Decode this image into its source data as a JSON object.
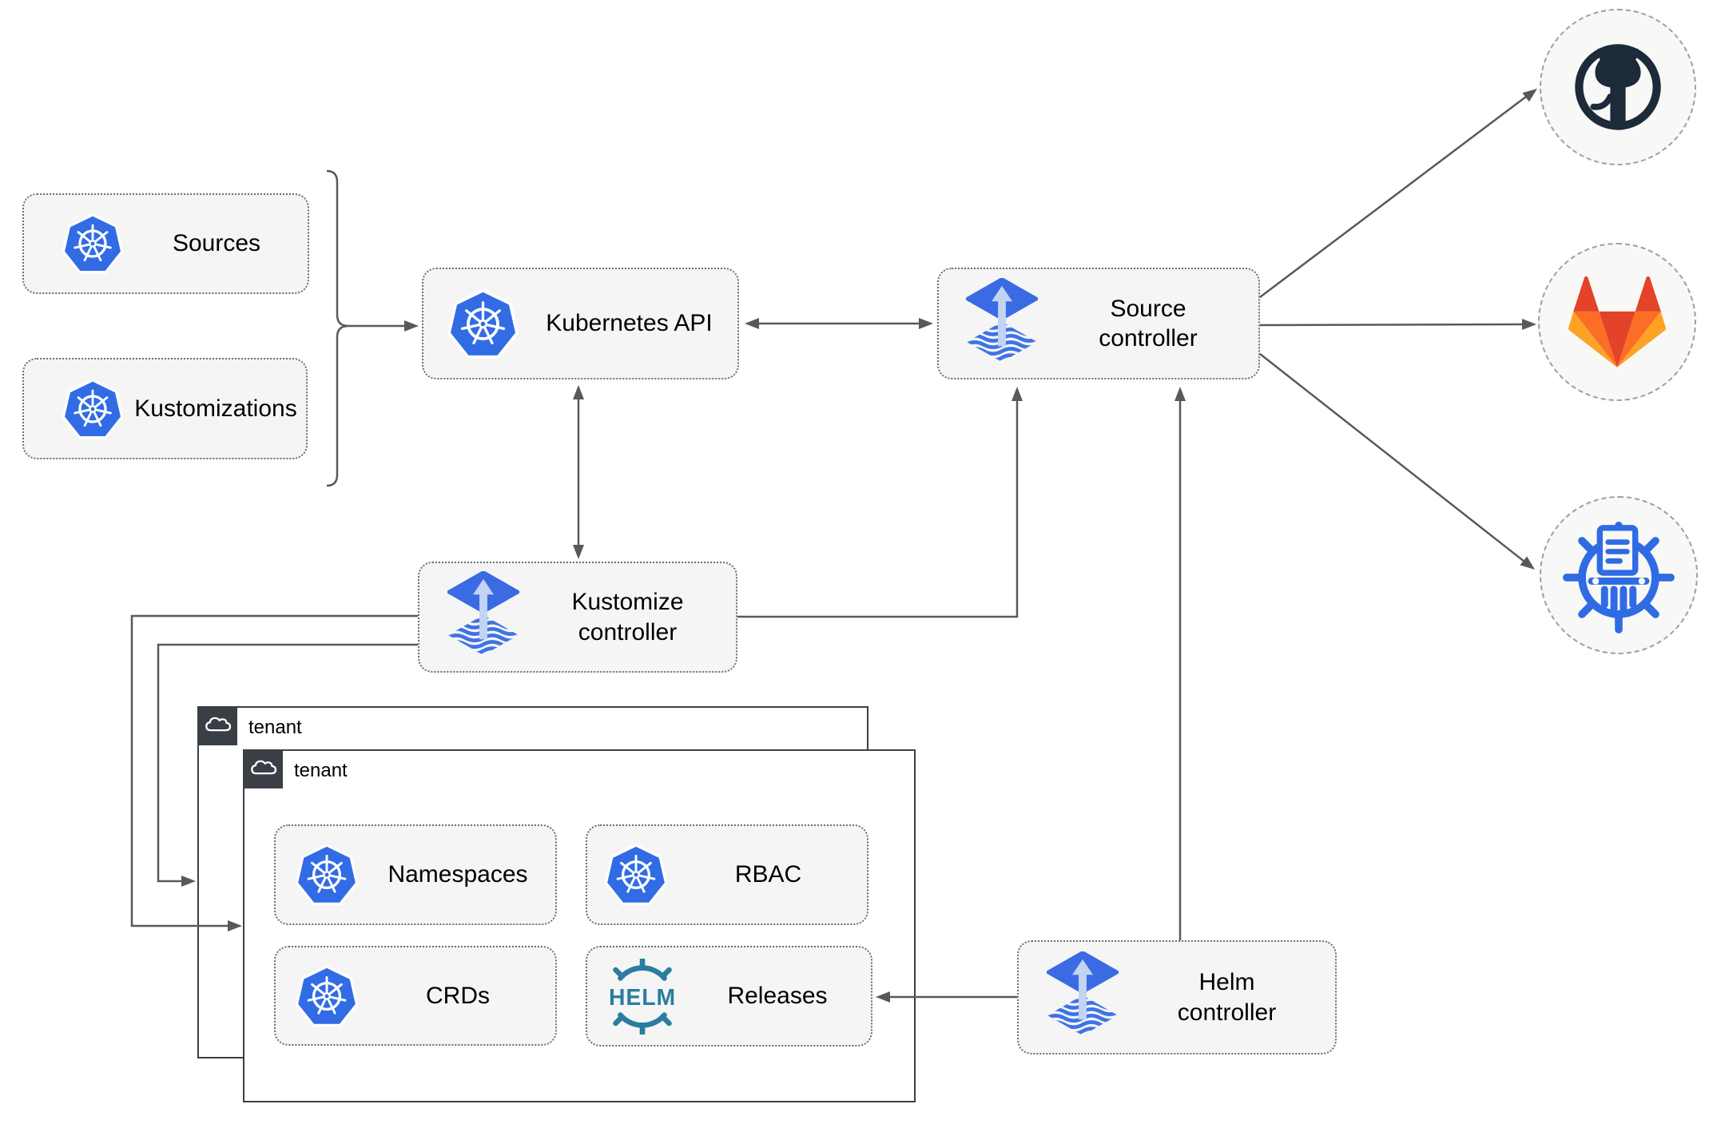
{
  "nodes": {
    "sources": "Sources",
    "kustomizations": "Kustomizations",
    "kubernetes_api": "Kubernetes API",
    "source_controller": "Source\ncontroller",
    "kustomize_controller": "Kustomize\ncontroller",
    "helm_controller": "Helm\ncontroller",
    "namespaces": "Namespaces",
    "rbac": "RBAC",
    "crds": "CRDs",
    "releases": "Releases"
  },
  "groups": {
    "tenant_back": "tenant",
    "tenant_front": "tenant"
  },
  "logos": {
    "helm_wheel_text": "HELM"
  },
  "remote_endpoints": [
    {
      "name": "github",
      "icon": "github-icon"
    },
    {
      "name": "gitlab",
      "icon": "gitlab-icon"
    },
    {
      "name": "helm-chart-museum",
      "icon": "chartmuseum-icon"
    }
  ],
  "colors": {
    "kubernetes_blue": "#326CE5",
    "flux_blue": "#3B6BE3",
    "flux_light_blue": "#C3D3F4",
    "helm_teal": "#2A7CA0",
    "github_dark": "#1C2A39",
    "gitlab_red_orange": "#E24329",
    "gitlab_orange": "#FC6D26",
    "gitlab_amber": "#FCA326",
    "chartmuseum_blue": "#2F6BE3",
    "connector_gray": "#595959",
    "node_fill": "#F5F5F5",
    "tenant_border": "#3A3F46",
    "circle_fill": "#F8F8F6"
  }
}
